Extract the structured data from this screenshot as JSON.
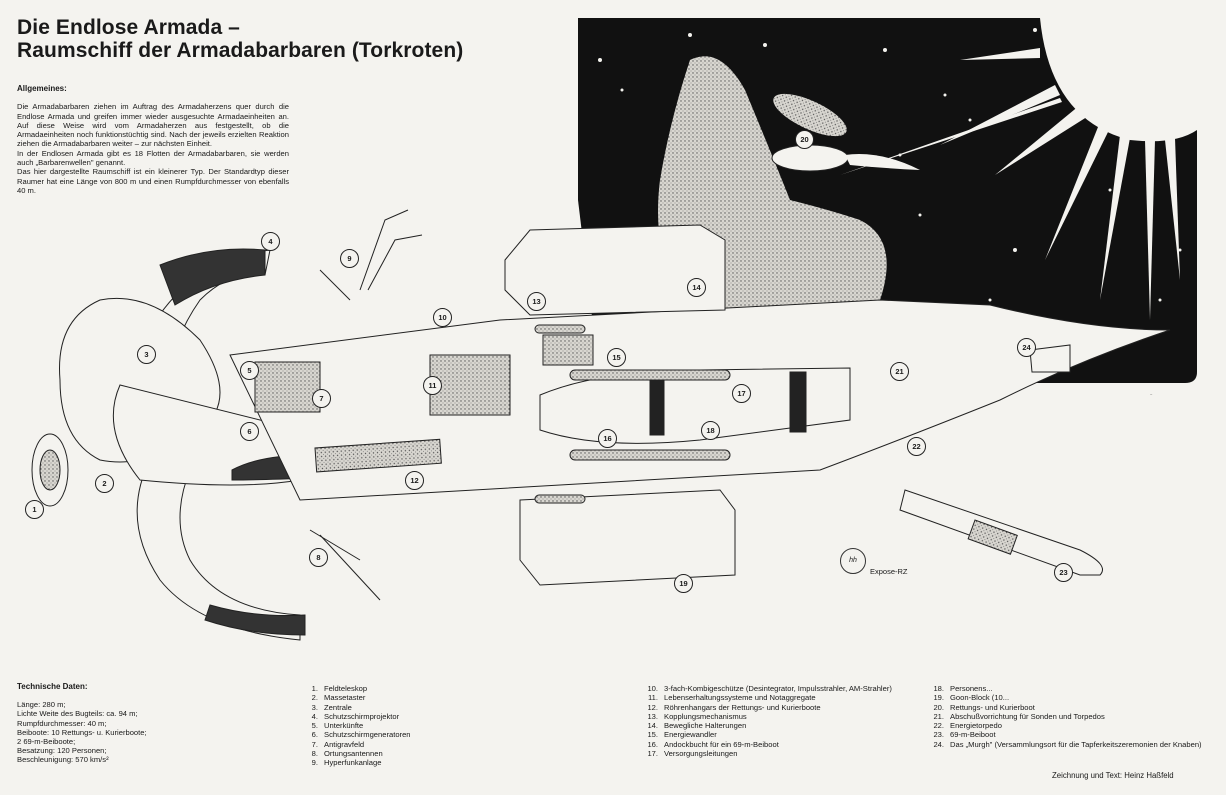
{
  "title": {
    "line1": "Die Endlose Armada –",
    "line2": "Raumschiff der Armadabarbaren (Torkroten)"
  },
  "intro": {
    "heading": "Allgemeines:",
    "paragraphs": [
      "Die Armadabarbaren ziehen im Auftrag des Armadaherzens quer durch die Endlose Armada und greifen immer wieder ausgesuchte Armadaeinheiten an. Auf diese Weise wird vom Armadaherzen aus festgestellt, ob die Armadaeinheiten noch funktionstüchtig sind. Nach der jeweils erzielten Reaktion ziehen die Armadabarbaren weiter – zur nächsten Einheit.",
      "In der Endlosen Armada gibt es 18 Flotten der Armadabarbaren, sie werden auch „Barbarenwellen\" genannt.",
      "Das hier dargestellte Raumschiff ist ein kleinerer Typ. Der Standardtyp dieser Raumer hat eine Länge von 800 m und einen Rumpfdurchmesser von ebenfalls 40 m."
    ]
  },
  "technical_data": {
    "heading": "Technische Daten:",
    "lines": [
      "Länge: 280 m;",
      "Lichte Weite des Bugteils: ca. 94 m;",
      "Rumpfdurchmesser: 40 m;",
      "Beiboote: 10 Rettungs- u. Kurierboote;",
      "2 69-m-Beiboote;",
      "Besatzung: 120 Personen;",
      "Beschleunigung: 570 km/s²"
    ]
  },
  "legend": [
    {
      "num": "1.",
      "text": "Feldteleskop"
    },
    {
      "num": "2.",
      "text": "Massetaster"
    },
    {
      "num": "3.",
      "text": "Zentrale"
    },
    {
      "num": "4.",
      "text": "Schutzschirmprojektor"
    },
    {
      "num": "5.",
      "text": "Unterkünfte"
    },
    {
      "num": "6.",
      "text": "Schutzschirmgeneratoren"
    },
    {
      "num": "7.",
      "text": "Antigravfeld"
    },
    {
      "num": "8.",
      "text": "Ortungsantennen"
    },
    {
      "num": "9.",
      "text": "Hyperfunkanlage"
    },
    {
      "num": "10.",
      "text": "3-fach-Kombigeschütze (Desintegrator, Impulsstrahler, AM-Strahler)"
    },
    {
      "num": "11.",
      "text": "Lebenserhaltungssysteme und Notaggregate"
    },
    {
      "num": "12.",
      "text": "Röhrenhangars der Rettungs- und Kurierboote"
    },
    {
      "num": "13.",
      "text": "Kopplungsmechanismus"
    },
    {
      "num": "14.",
      "text": "Bewegliche Halterungen"
    },
    {
      "num": "15.",
      "text": "Energiewandler"
    },
    {
      "num": "16.",
      "text": "Andockbucht für ein 69-m-Beiboot"
    },
    {
      "num": "17.",
      "text": "Versorgungsleitungen"
    },
    {
      "num": "18.",
      "text": "Personens..."
    },
    {
      "num": "19.",
      "text": "Goon-Block (10..."
    },
    {
      "num": "20.",
      "text": "Rettungs- und Kurierboot"
    },
    {
      "num": "21.",
      "text": "Abschußvorrichtung für Sonden und Torpedos"
    },
    {
      "num": "22.",
      "text": "Energietorpedo"
    },
    {
      "num": "23.",
      "text": "69-m-Beiboot"
    },
    {
      "num": "24.",
      "text": "Das „Murgh\" (Versammlungsort für die Tapferkeitszeremonien der Knaben)"
    }
  ],
  "callouts": [
    "1",
    "2",
    "3",
    "4",
    "5",
    "6",
    "7",
    "8",
    "9",
    "10",
    "11",
    "12",
    "13",
    "14",
    "15",
    "16",
    "17",
    "18",
    "19",
    "20",
    "21",
    "22",
    "23",
    "24"
  ],
  "signature": {
    "monogram": "hh",
    "label": "Expose-RZ"
  },
  "credit": "Zeichnung und Text: Heinz Haßfeld"
}
